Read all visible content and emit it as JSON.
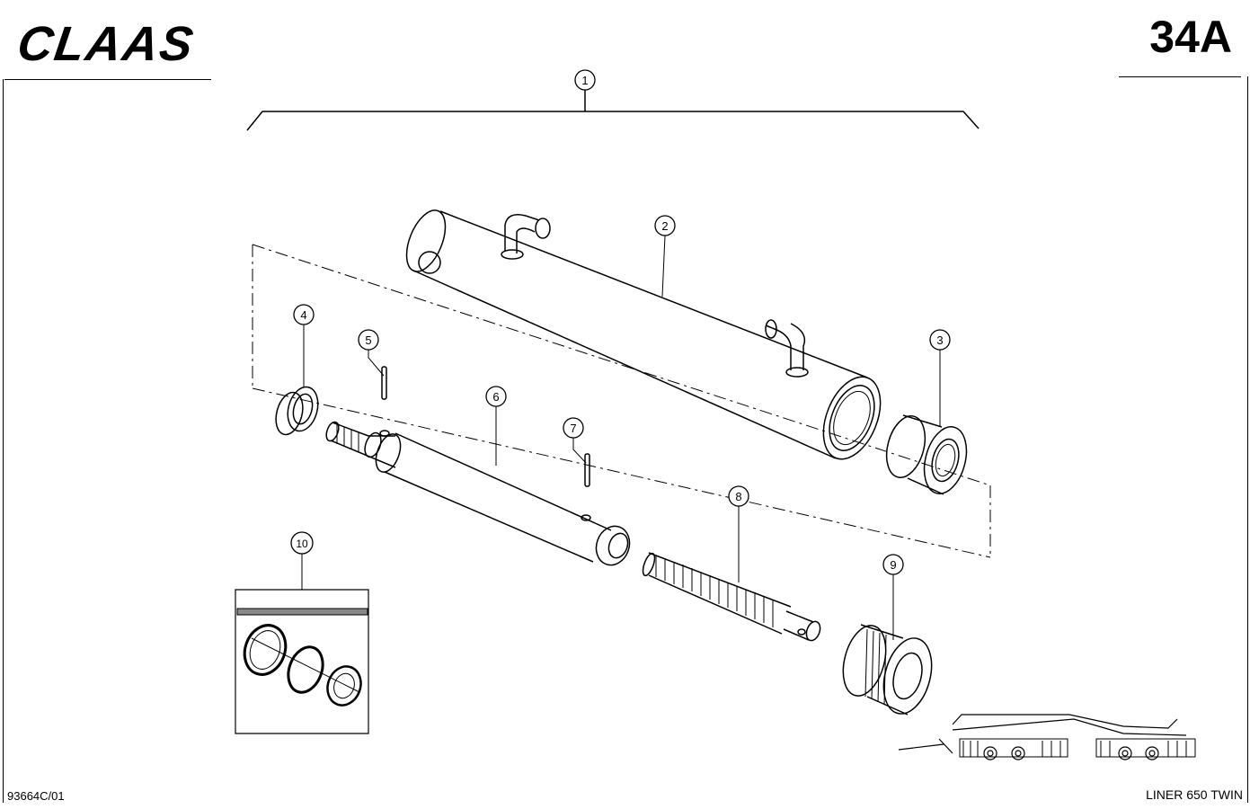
{
  "header": {
    "brand": "CLAAS",
    "page_number": "34A"
  },
  "footer": {
    "drawing_code": "93664C/01",
    "model": "LINER 650 TWIN"
  },
  "callouts": [
    "1",
    "2",
    "3",
    "4",
    "5",
    "6",
    "7",
    "8",
    "9",
    "10"
  ]
}
